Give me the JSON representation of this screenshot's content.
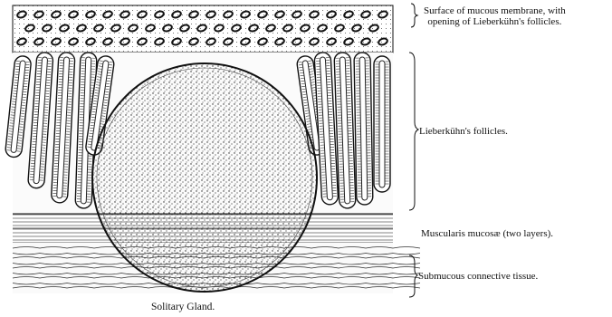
{
  "figure": {
    "caption": "Solitary Gland.",
    "labels": {
      "surface_line1": "Surface of mucous membrane, with",
      "surface_line2": "opening of Lieberkühn's follicles.",
      "follicles": "Lieberkühn's follicles.",
      "muscularis": "Muscularis mucosæ (two layers).",
      "submucous": "Submucous connective tissue."
    }
  },
  "colors": {
    "ink": "#1a1a1a",
    "paper": "#ffffff"
  }
}
